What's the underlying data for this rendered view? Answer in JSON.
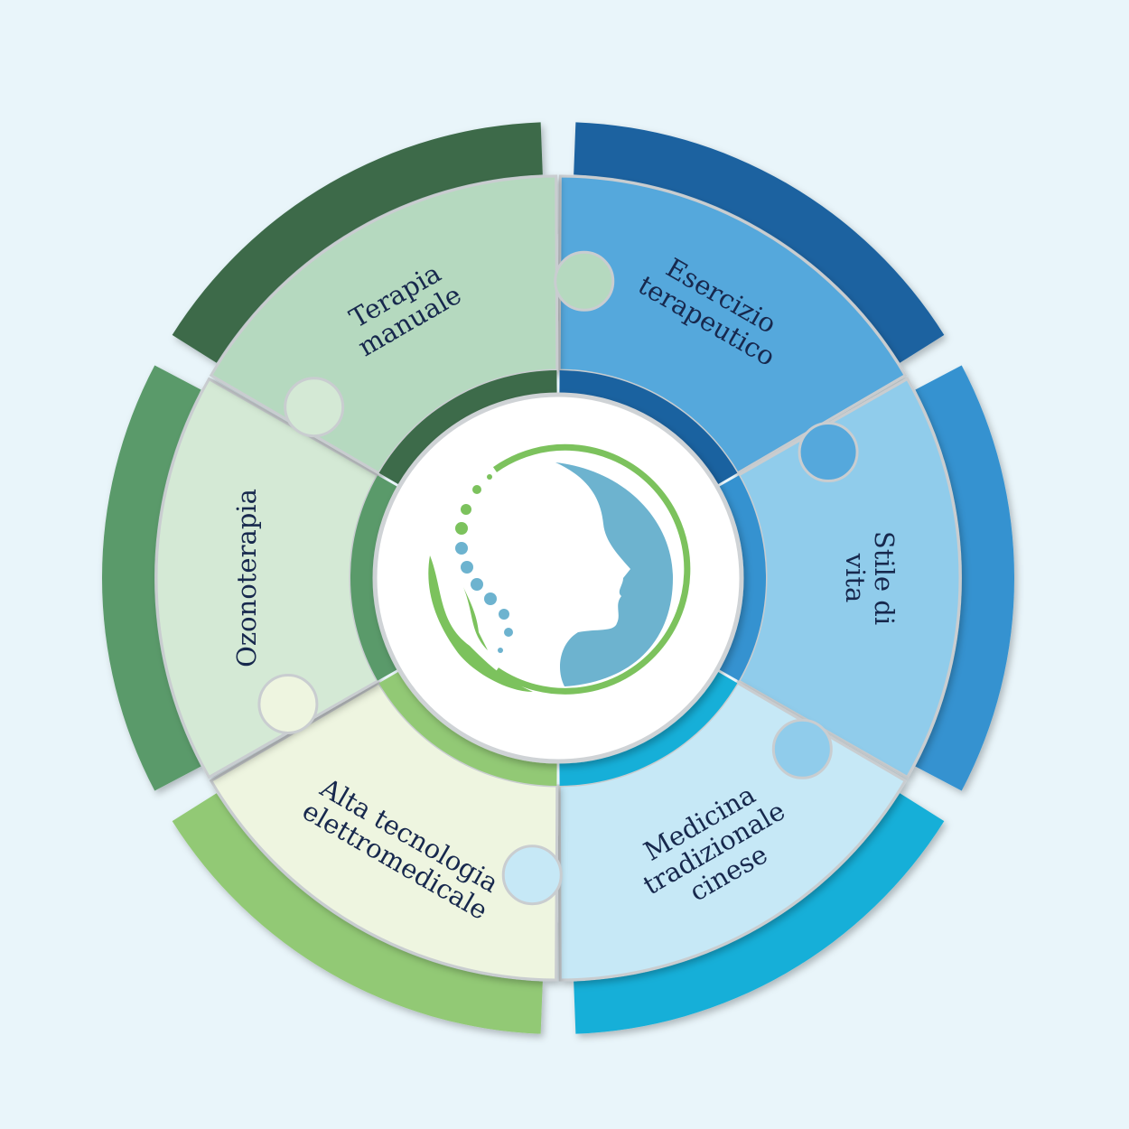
{
  "segments": [
    {
      "label_lines": [
        "Esercizio",
        "terapeutico"
      ],
      "outer_color": "#1a62a0",
      "piece_color": "#55a8dc"
    },
    {
      "label_lines": [
        "Stile di",
        "vita"
      ],
      "outer_color": "#3592d0",
      "piece_color": "#90cceb"
    },
    {
      "label_lines": [
        "Medicina",
        "tradizionale",
        "cinese"
      ],
      "outer_color": "#16afd8",
      "piece_color": "#c6e8f6"
    },
    {
      "label_lines": [
        "Alta tecnologia",
        "elettromedicale"
      ],
      "outer_color": "#92c975",
      "piece_color": "#eef5e0"
    },
    {
      "label_lines": [
        "Ozonoterapia"
      ],
      "outer_color": "#5a9a6a",
      "piece_color": "#d4e9d5"
    },
    {
      "label_lines": [
        "Terapia",
        "manuale"
      ],
      "outer_color": "#3d6b4a",
      "piece_color": "#b5d9bf"
    }
  ],
  "logo": {
    "green": "#7cc25d",
    "blue": "#6db3cf"
  }
}
